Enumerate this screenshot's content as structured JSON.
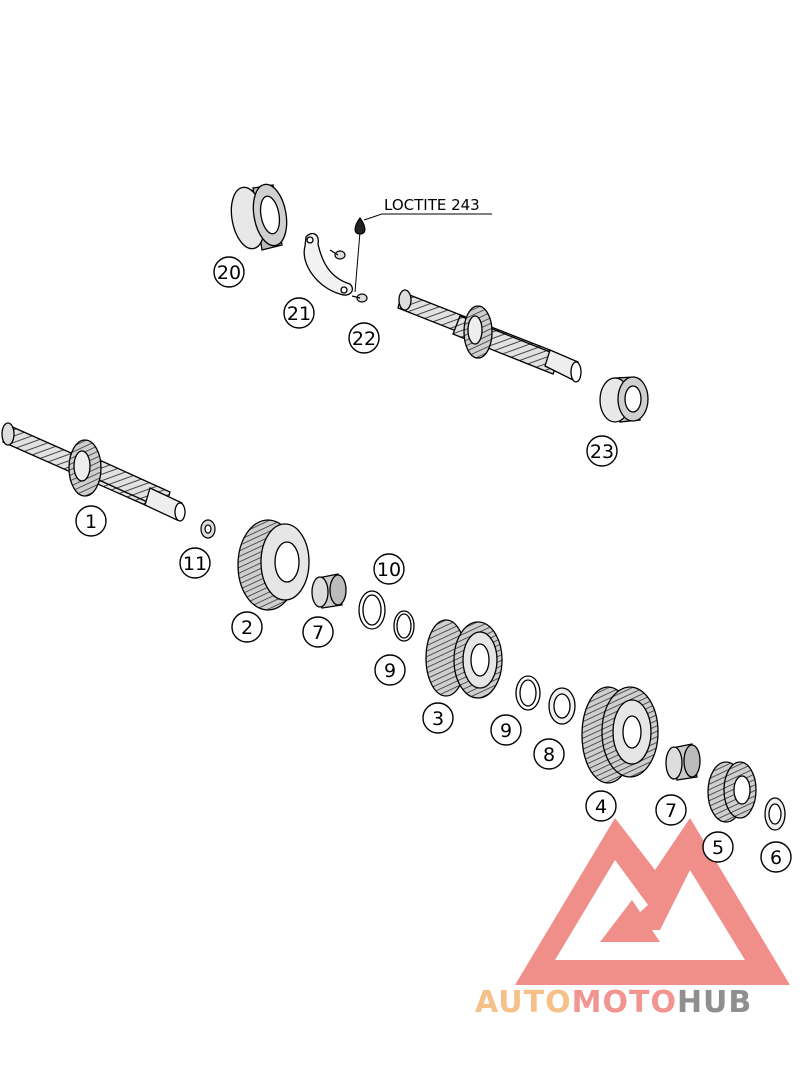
{
  "diagram": {
    "annotation": "LOCTITE 243",
    "callouts": {
      "c1": "1",
      "c2": "2",
      "c3": "3",
      "c4": "4",
      "c5": "5",
      "c6": "6",
      "c7a": "7",
      "c7b": "7",
      "c8": "8",
      "c9a": "9",
      "c9b": "9",
      "c10": "10",
      "c11": "11",
      "c20": "20",
      "c21": "21",
      "c22": "22",
      "c23": "23"
    }
  },
  "watermark": {
    "brand": "AUTOMOTOHUB",
    "parts": [
      "AUTO",
      "MOTO",
      "HUB"
    ],
    "colors": {
      "logo": "#f08a84",
      "auto": "#f6c089",
      "moto": "#f29590",
      "hub": "#8f8f8f"
    }
  }
}
